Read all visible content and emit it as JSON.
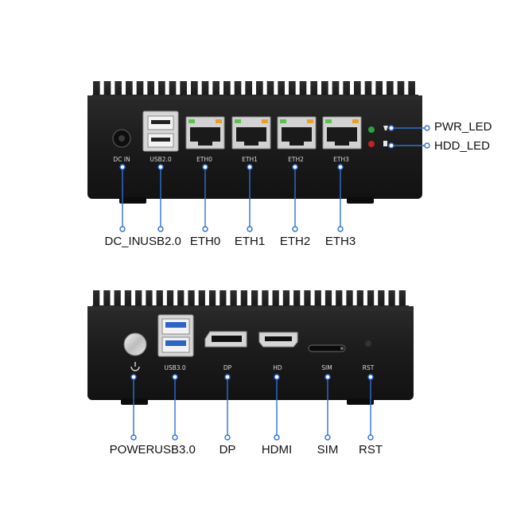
{
  "top_unit": {
    "port_labels": {
      "dc_in": "DC IN",
      "usb20": "USB2.0",
      "eth0": "ETH0",
      "eth1": "ETH1",
      "eth2": "ETH2",
      "eth3": "ETH3"
    },
    "callouts": {
      "dc_in": "DC_IN",
      "usb20": "USB2.0",
      "eth0": "ETH0",
      "eth1": "ETH1",
      "eth2": "ETH2",
      "eth3": "ETH3",
      "pwr_led": "PWR_LED",
      "hdd_led": "HDD_LED"
    }
  },
  "bottom_unit": {
    "port_labels": {
      "usb30": "USB3.0",
      "dp": "DP",
      "hd": "HD",
      "sim": "SIM",
      "rst": "RST"
    },
    "callouts": {
      "power": "POWER",
      "usb30": "USB3.0",
      "dp": "DP",
      "hdmi": "HDMI",
      "sim": "SIM",
      "rst": "RST"
    }
  },
  "colors": {
    "chassis": "#1a1a1a",
    "chassis_edge": "#3a3a3a",
    "leader_line": "#2f6fd8",
    "usb3_blue": "#2a64c8",
    "rj45_green_led": "#5ac34a",
    "rj45_amber_led": "#e8a020",
    "pwr_led": "#2fa03a",
    "hdd_led": "#c82020"
  }
}
